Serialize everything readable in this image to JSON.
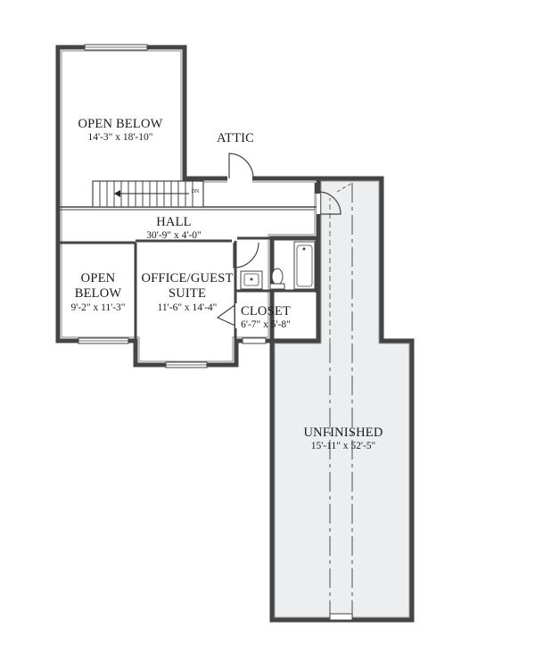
{
  "rooms": {
    "open_below_top": {
      "name": "OPEN BELOW",
      "dims": "14'-3\" x 18'-10\""
    },
    "attic": {
      "name": "ATTIC"
    },
    "hall": {
      "name": "HALL",
      "dims": "30'-9\" x 4'-0\""
    },
    "open_below_left": {
      "name_line1": "OPEN",
      "name_line2": "BELOW",
      "dims": "9'-2\" x 11'-3\""
    },
    "office": {
      "name_line1": "OFFICE/GUEST",
      "name_line2": "SUITE",
      "dims": "11'-6\" x 14'-4\""
    },
    "closet": {
      "name": "CLOSET",
      "dims": "6'-7\" x 5'-8\""
    },
    "unfinished": {
      "name": "UNFINISHED",
      "dims": "15'-11\" x 52'-5\""
    }
  },
  "stair": {
    "direction_label": "DN"
  },
  "colors": {
    "wall": "#444444",
    "unfinished_fill": "#eceef0",
    "line": "#555555"
  }
}
